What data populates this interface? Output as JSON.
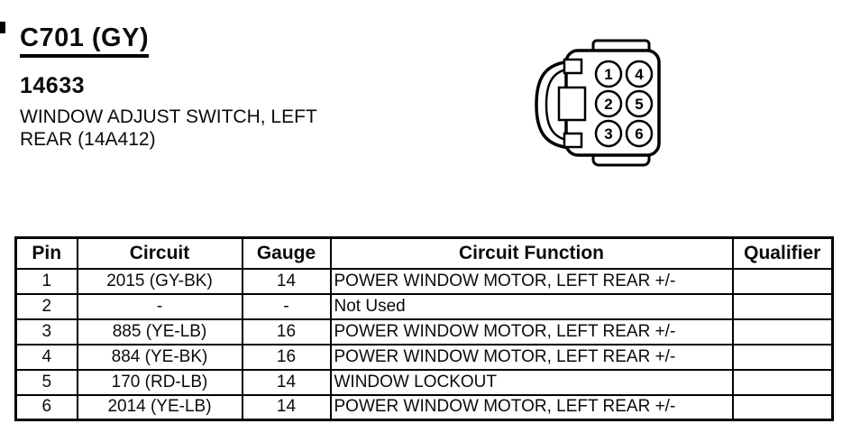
{
  "page": {
    "connector_id": "C701 (GY)",
    "part_number": "14633",
    "description_line1": "WINDOW ADJUST SWITCH, LEFT",
    "description_line2": "REAR (14A412)"
  },
  "connector": {
    "pins": [
      "1",
      "2",
      "3",
      "4",
      "5",
      "6"
    ]
  },
  "table": {
    "headers": [
      "Pin",
      "Circuit",
      "Gauge",
      "Circuit Function",
      "Qualifier"
    ],
    "rows": [
      {
        "pin": "1",
        "circuit": "2015 (GY-BK)",
        "gauge": "14",
        "function": "POWER WINDOW MOTOR, LEFT REAR +/-",
        "qualifier": ""
      },
      {
        "pin": "2",
        "circuit": "-",
        "gauge": "-",
        "function": "Not Used",
        "qualifier": ""
      },
      {
        "pin": "3",
        "circuit": "885 (YE-LB)",
        "gauge": "16",
        "function": "POWER WINDOW MOTOR, LEFT REAR +/-",
        "qualifier": ""
      },
      {
        "pin": "4",
        "circuit": "884 (YE-BK)",
        "gauge": "16",
        "function": "POWER WINDOW MOTOR, LEFT REAR +/-",
        "qualifier": ""
      },
      {
        "pin": "5",
        "circuit": "170 (RD-LB)",
        "gauge": "14",
        "function": "WINDOW LOCKOUT",
        "qualifier": ""
      },
      {
        "pin": "6",
        "circuit": "2014 (YE-LB)",
        "gauge": "14",
        "function": "POWER WINDOW MOTOR, LEFT REAR +/-",
        "qualifier": ""
      }
    ]
  },
  "colors": {
    "ink": "#0b0b0b",
    "paper": "#ffffff"
  }
}
